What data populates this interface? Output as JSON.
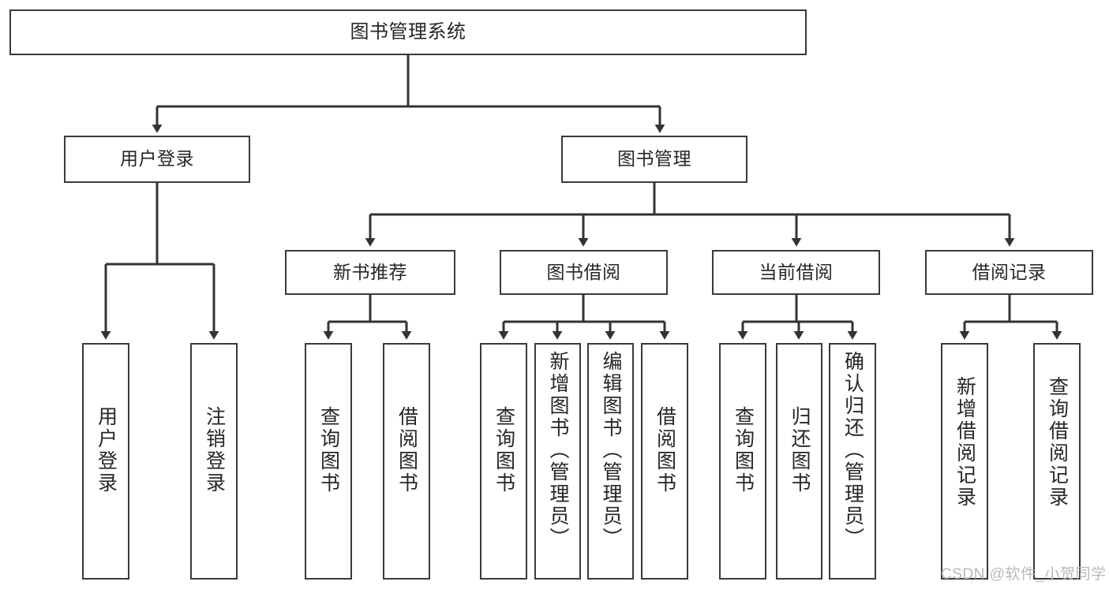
{
  "diagram": {
    "title": "图书管理系统",
    "type": "tree-structure-chart",
    "watermark": "CSDN @软件_小贺同学",
    "colors": {
      "background": "#ffffff",
      "box_border": "#3a3a3a",
      "box_fill": "#ffffff",
      "text": "#262626",
      "edge": "#333333",
      "watermark": "#b9b9b9"
    },
    "nodes": {
      "root": {
        "label": "图书管理系统"
      },
      "level1": [
        {
          "id": "user-login",
          "label": "用户登录"
        },
        {
          "id": "book-manage",
          "label": "图书管理"
        }
      ],
      "level2": [
        {
          "id": "new-book-recommend",
          "label": "新书推荐"
        },
        {
          "id": "book-borrow",
          "label": "图书借阅"
        },
        {
          "id": "current-borrow",
          "label": "当前借阅"
        },
        {
          "id": "borrow-record",
          "label": "借阅记录"
        }
      ],
      "leaves": {
        "user_login": [
          {
            "id": "leaf-user-login",
            "label": "用户登录"
          },
          {
            "id": "leaf-logout-login",
            "label": "注销登录"
          }
        ],
        "new_book_recommend": [
          {
            "id": "leaf-query-book-1",
            "label": "查询图书"
          },
          {
            "id": "leaf-borrow-book-1",
            "label": "借阅图书"
          }
        ],
        "book_borrow": [
          {
            "id": "leaf-query-book-2",
            "label": "查询图书"
          },
          {
            "id": "leaf-add-book",
            "label": "新增图书（管理员）"
          },
          {
            "id": "leaf-edit-book",
            "label": "编辑图书（管理员）"
          },
          {
            "id": "leaf-borrow-book-2",
            "label": "借阅图书"
          }
        ],
        "current_borrow": [
          {
            "id": "leaf-query-book-3",
            "label": "查询图书"
          },
          {
            "id": "leaf-return-book",
            "label": "归还图书"
          },
          {
            "id": "leaf-confirm-return",
            "label": "确认归还（管理员）"
          }
        ],
        "borrow_record": [
          {
            "id": "leaf-add-record",
            "label": "新增借阅记录"
          },
          {
            "id": "leaf-query-record",
            "label": "查询借阅记录"
          }
        ]
      }
    }
  }
}
